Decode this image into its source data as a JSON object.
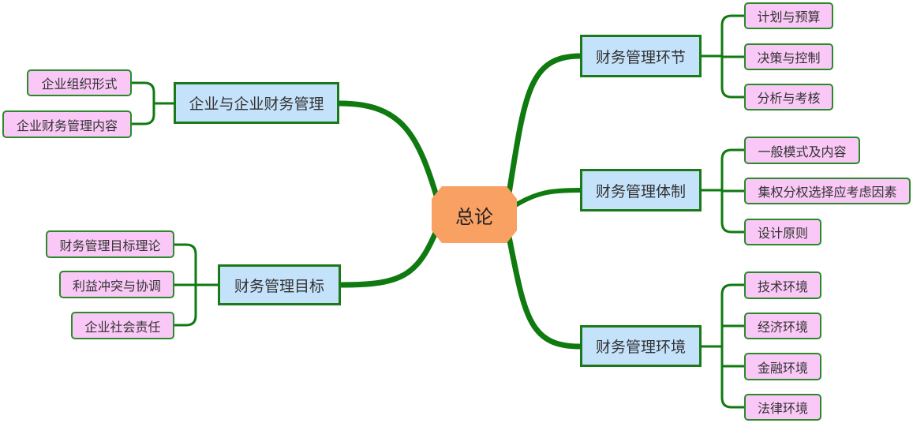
{
  "center": {
    "label": "总论"
  },
  "branches": {
    "enterprise": {
      "label": "企业与企业财务管理",
      "children": [
        "企业组织形式",
        "企业财务管理内容"
      ]
    },
    "goal": {
      "label": "财务管理目标",
      "children": [
        "财务管理目标理论",
        "利益冲突与协调",
        "企业社会责任"
      ]
    },
    "process": {
      "label": "财务管理环节",
      "children": [
        "计划与预算",
        "决策与控制",
        "分析与考核"
      ]
    },
    "system": {
      "label": "财务管理体制",
      "children": [
        "一般模式及内容",
        "集权分权选择应考虑因素",
        "设计原则"
      ]
    },
    "environment": {
      "label": "财务管理环境",
      "children": [
        "技术环境",
        "经济环境",
        "金融环境",
        "法律环境"
      ]
    }
  },
  "colors": {
    "connector": "#0f7a0f",
    "l1_fill": "#c5e2fb",
    "leaf_fill": "#f9c8f6",
    "center_fill": "#f9a063"
  }
}
